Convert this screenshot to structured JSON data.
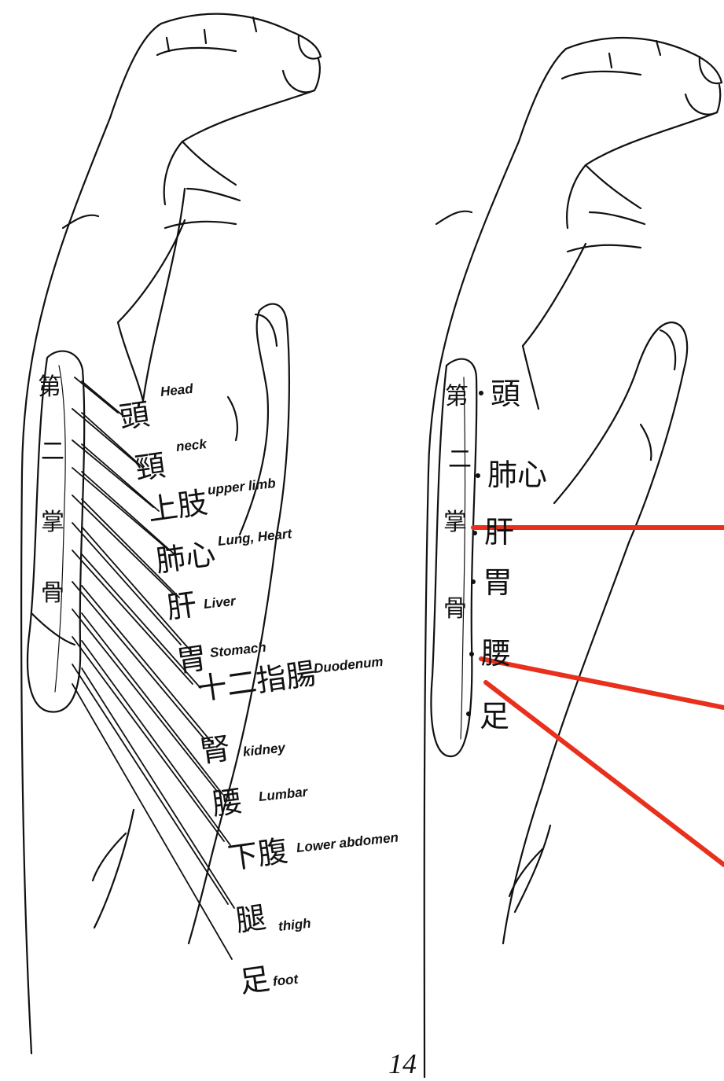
{
  "left_diagram": {
    "bone_label": [
      "第",
      "二",
      "掌",
      "骨"
    ],
    "points": [
      {
        "zh": "頭",
        "en": "Head"
      },
      {
        "zh": "頸",
        "en": "neck"
      },
      {
        "zh": "上肢",
        "en": "upper limb"
      },
      {
        "zh": "肺心",
        "en": "Lung, Heart"
      },
      {
        "zh": "肝",
        "en": "Liver"
      },
      {
        "zh": "胃",
        "en": "Stomach"
      },
      {
        "zh": "十二指腸",
        "en": "Duodenum"
      },
      {
        "zh": "腎",
        "en": "kidney"
      },
      {
        "zh": "腰",
        "en": "Lumbar"
      },
      {
        "zh": "下腹",
        "en": "Lower abdomen"
      },
      {
        "zh": "腿",
        "en": "thigh"
      },
      {
        "zh": "足",
        "en": "foot"
      }
    ]
  },
  "right_diagram": {
    "bone_label": [
      "第",
      "二",
      "掌",
      "骨"
    ],
    "points": [
      "頭",
      "肺心",
      "肝",
      "胃",
      "腰",
      "足"
    ],
    "pointer_color": "#e8301c"
  },
  "page_number": "14"
}
